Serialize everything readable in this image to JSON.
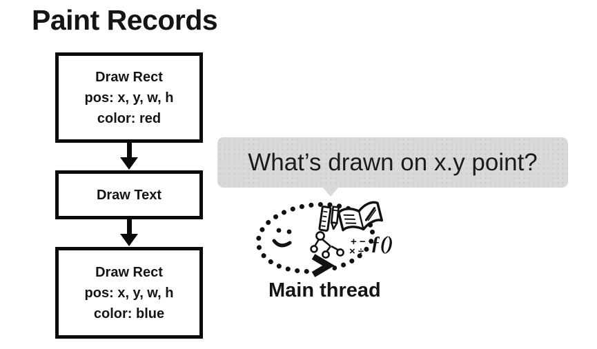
{
  "slide": {
    "title": "Paint Records",
    "background_color": "#ffffff",
    "text_color": "#141414"
  },
  "flowchart": {
    "boxes": [
      {
        "name": "draw-rect-red",
        "lines": [
          "Draw Rect",
          "pos: x, y, w, h",
          "color: red"
        ]
      },
      {
        "name": "draw-text",
        "lines": [
          "Draw Text"
        ]
      },
      {
        "name": "draw-rect-blue",
        "lines": [
          "Draw Rect",
          "pos: x, y, w, h",
          "color: blue"
        ]
      }
    ],
    "connector": "down-arrow"
  },
  "speech_bubble": {
    "text": "What’s drawn on x.y point?",
    "bg_color": "#d9d9d9"
  },
  "mascot": {
    "label": "Main thread",
    "icons": [
      "dotted-ellipse",
      "smiley-face",
      "chevron-arrow",
      "ruler",
      "pencil",
      "open-book",
      "tree-graph",
      "math-symbols",
      "function"
    ],
    "math_row1": "+ −",
    "math_row2": "× ÷",
    "function_text": "ƒ()"
  }
}
